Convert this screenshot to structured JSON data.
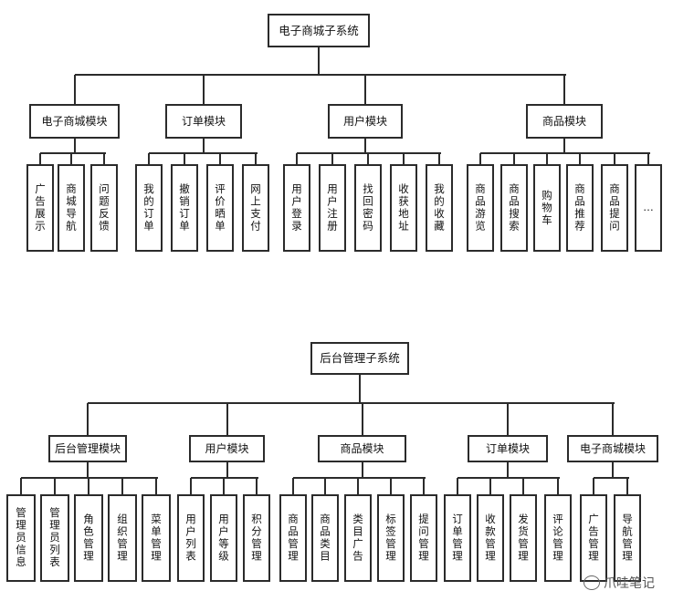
{
  "diagrams": [
    {
      "root": "电子商城子系统",
      "modules": [
        {
          "label": "电子商城模块",
          "children": [
            "广告展示",
            "商城导航",
            "问题反馈"
          ]
        },
        {
          "label": "订单模块",
          "children": [
            "我的订单",
            "撤销订单",
            "评价晒单",
            "网上支付"
          ]
        },
        {
          "label": "用户模块",
          "children": [
            "用户登录",
            "用户注册",
            "找回密码",
            "收获地址",
            "我的收藏"
          ]
        },
        {
          "label": "商品模块",
          "children": [
            "商品游览",
            "商品搜索",
            "购物车",
            "商品推荐",
            "商品提问",
            "…"
          ]
        }
      ]
    },
    {
      "root": "后台管理子系统",
      "modules": [
        {
          "label": "后台管理模块",
          "children": [
            "管理员信息",
            "管理员列表",
            "角色管理",
            "组织管理",
            "菜单管理"
          ]
        },
        {
          "label": "用户模块",
          "children": [
            "用户列表",
            "用户等级",
            "积分管理"
          ]
        },
        {
          "label": "商品模块",
          "children": [
            "商品管理",
            "商品类目",
            "类目广告",
            "标签管理",
            "提问管理"
          ]
        },
        {
          "label": "订单模块",
          "children": [
            "订单管理",
            "收款管理",
            "发货管理",
            "评论管理"
          ]
        },
        {
          "label": "电子商城模块",
          "children": [
            "广告管理",
            "导航管理"
          ]
        }
      ]
    }
  ],
  "watermark": "爪哇笔记"
}
